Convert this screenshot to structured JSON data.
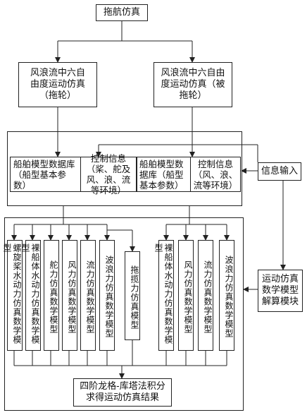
{
  "nodes": {
    "tow_sim": "拖航仿真",
    "motion_tug": "风浪流中六自由度运动仿真（拖轮）",
    "motion_towed": "风浪流中六自由度运动仿真（被拖轮）",
    "ship_db_left": "船舶模型数据库（船型基本参数）",
    "control_left": "控制信息（桨、舵及风、浪、流等环境）",
    "ship_db_right": "船舶模型数据库（船型基本参数）",
    "control_right": "控制信息（风、浪、流等环境）",
    "info_input": "信息输入",
    "solver": "运动仿真数学模型解算模块",
    "result": "四阶龙格-库塔法积分求得运动仿真结果"
  },
  "models": {
    "propeller": "螺旋桨水动力仿真数学模型",
    "bare_hull_left": "裸船体水动力仿真数学模型",
    "rudder": "舵力仿真数学模型",
    "wind_left": "风力仿真数学模型",
    "current_left": "流力仿真数学模型",
    "wave_left": "波浪力仿真数学模型",
    "tow_cable": "拖揽力仿真模型",
    "bare_hull_right": "裸船体水动力仿真数学模型",
    "wind_right": "风力仿真数学模型",
    "current_right": "流力仿真数学模型",
    "wave_right": "波浪力仿真数学模型"
  }
}
